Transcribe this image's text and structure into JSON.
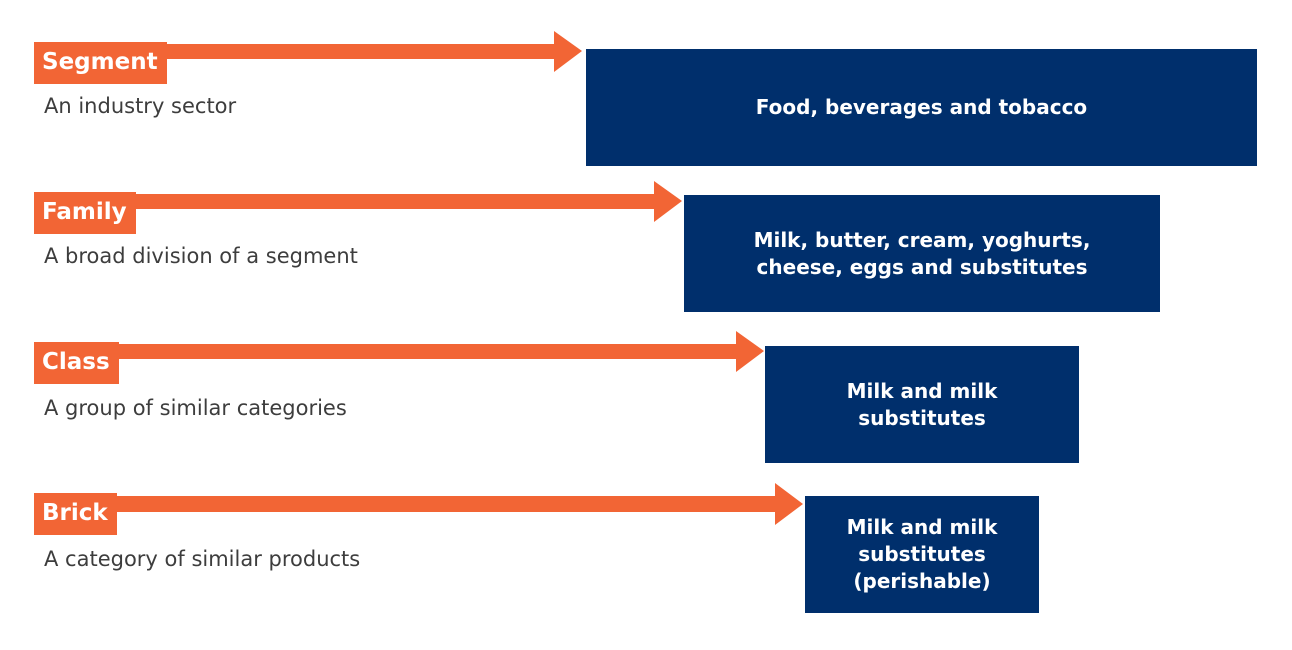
{
  "levels": [
    {
      "name": "Segment",
      "description": "An industry sector",
      "example": "Food, beverages and tobacco"
    },
    {
      "name": "Family",
      "description": "A broad division of a segment",
      "example": "Milk, butter, cream, yoghurts,\ncheese, eggs and substitutes"
    },
    {
      "name": "Class",
      "description": "A group of similar categories",
      "example": "Milk and milk\nsubstitutes"
    },
    {
      "name": "Brick",
      "description": "A category of similar products",
      "example": "Milk and milk\nsubstitutes\n(perishable)"
    }
  ],
  "colors": {
    "arrow": "#f26535",
    "box": "#002f6c",
    "description_text": "#3d3d3d"
  }
}
